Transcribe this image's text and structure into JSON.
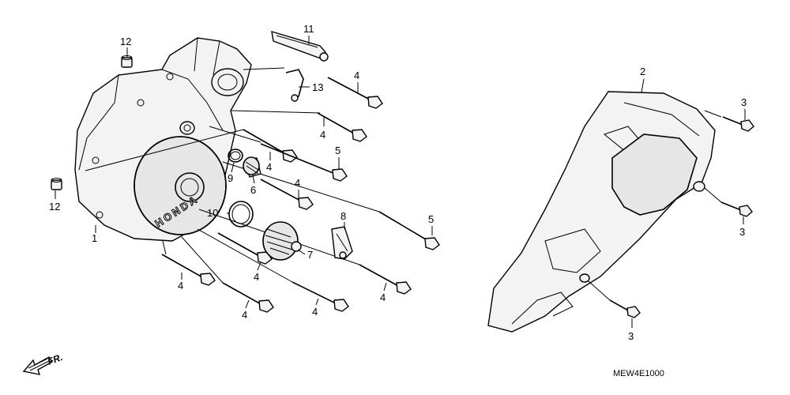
{
  "diagram": {
    "brand_text": "HONDA",
    "direction_label": "FR.",
    "diagram_code": "MEW4E1000",
    "callouts": {
      "c1": "1",
      "c2": "2",
      "c3a": "3",
      "c3b": "3",
      "c3c": "3",
      "c4a": "4",
      "c4b": "4",
      "c4c": "4",
      "c4d": "4",
      "c4e": "4",
      "c4f": "4",
      "c4g": "4",
      "c4h": "4",
      "c4i": "4",
      "c5a": "5",
      "c5b": "5",
      "c6": "6",
      "c7": "7",
      "c8": "8",
      "c9": "9",
      "c10": "10",
      "c11": "11",
      "c12a": "12",
      "c12b": "12",
      "c13": "13"
    }
  }
}
